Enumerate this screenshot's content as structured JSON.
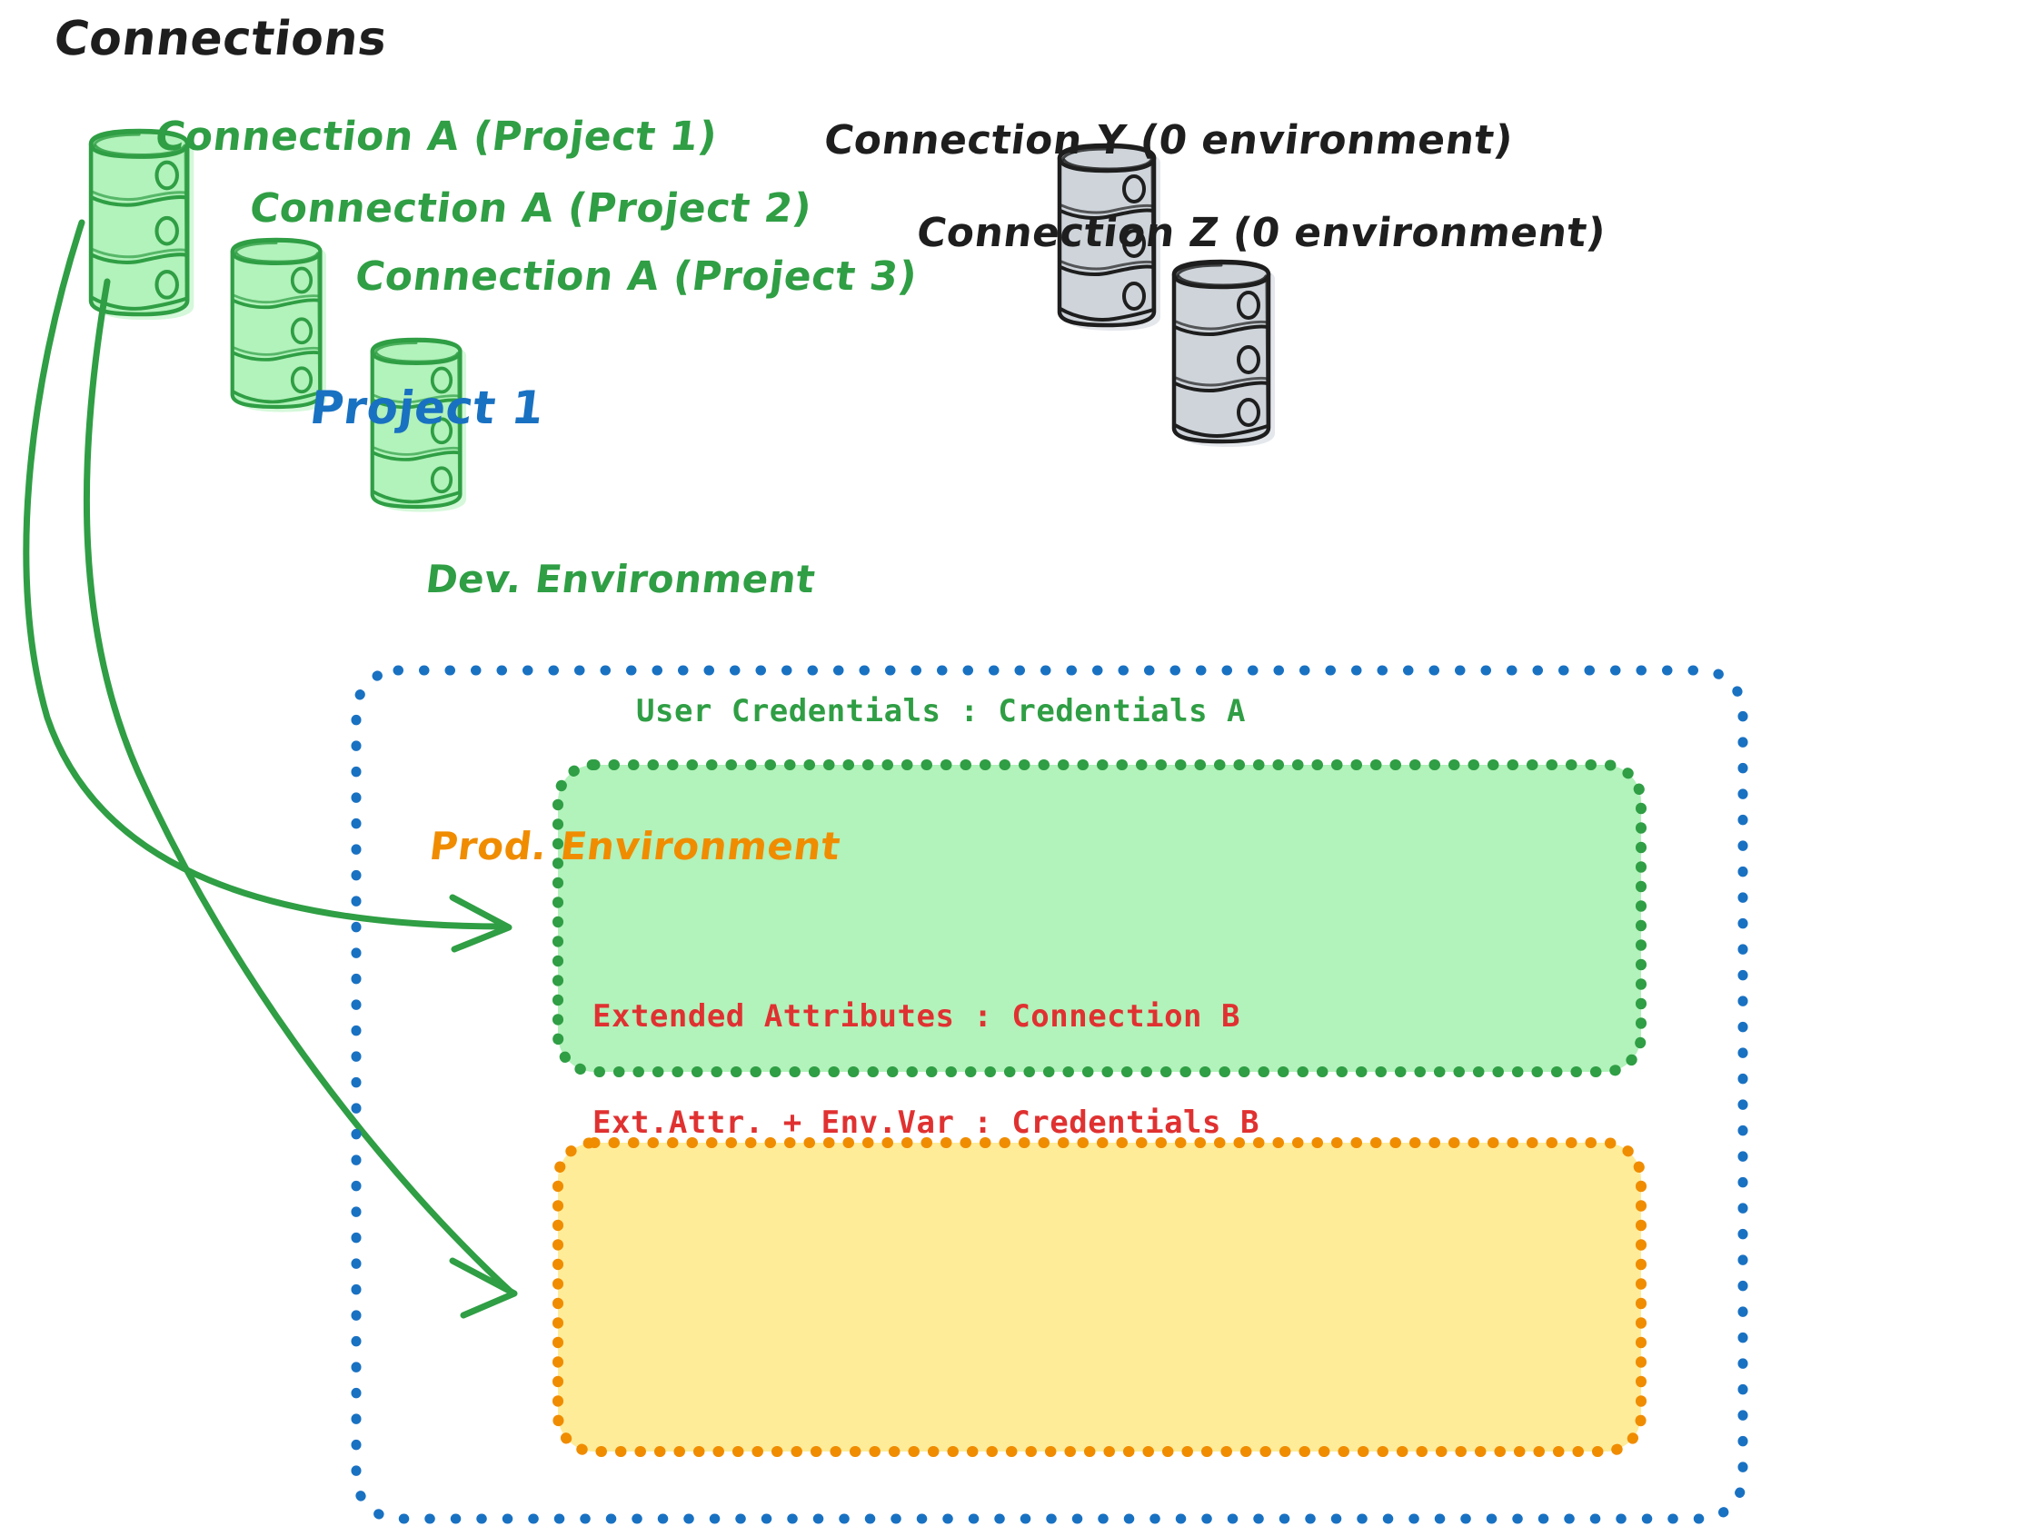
{
  "diagram": {
    "title": "Connections",
    "title_color": "#1e1e1e",
    "background": "#ffffff",
    "colors": {
      "green_stroke": "#2f9e44",
      "green_fill": "#b2f2bb",
      "gray_stroke": "#1e1e1e",
      "gray_fill": "#ced4da",
      "blue": "#1971c2",
      "orange_stroke": "#f08c00",
      "yellow_fill": "#ffec99",
      "red": "#e03131"
    }
  },
  "connections": {
    "green": [
      {
        "id": "conn-a-project-1",
        "label": "Connection A (Project 1)",
        "icon": "database-cylinder-icon",
        "color": "#2f9e44"
      },
      {
        "id": "conn-a-project-2",
        "label": "Connection A (Project 2)",
        "icon": "database-cylinder-icon",
        "color": "#2f9e44"
      },
      {
        "id": "conn-a-project-3",
        "label": "Connection A (Project 3)",
        "icon": "database-cylinder-icon",
        "color": "#2f9e44"
      }
    ],
    "gray": [
      {
        "id": "conn-y",
        "label": "Connection Y (0 environment)",
        "icon": "database-cylinder-icon",
        "color": "#1e1e1e"
      },
      {
        "id": "conn-z",
        "label": "Connection Z (0 environment)",
        "icon": "database-cylinder-icon",
        "color": "#1e1e1e"
      }
    ]
  },
  "project": {
    "label": "Project 1",
    "border_style": "dotted",
    "border_color": "#1971c2",
    "environments": [
      {
        "id": "dev-environment",
        "title": "Dev. Environment",
        "title_color": "#2f9e44",
        "fill": "#b2f2bb",
        "border_color": "#2f9e44",
        "lines": [
          "User Credentials : Credentials A"
        ],
        "text_color": "#2f9e44"
      },
      {
        "id": "prod-environment",
        "title": "Prod. Environment",
        "title_color": "#f08c00",
        "fill": "#ffec99",
        "border_color": "#f08c00",
        "lines": [
          "Extended Attributes : Connection B",
          "Ext.Attr. + Env.Var : Credentials B"
        ],
        "text_color": "#e03131"
      }
    ]
  },
  "arrows": [
    {
      "id": "arrow-conn-a-to-dev",
      "from": "conn-a-project-1",
      "to": "dev-environment",
      "color": "#2f9e44"
    },
    {
      "id": "arrow-conn-a-to-prod",
      "from": "conn-a-project-1",
      "to": "prod-environment",
      "color": "#2f9e44"
    }
  ]
}
